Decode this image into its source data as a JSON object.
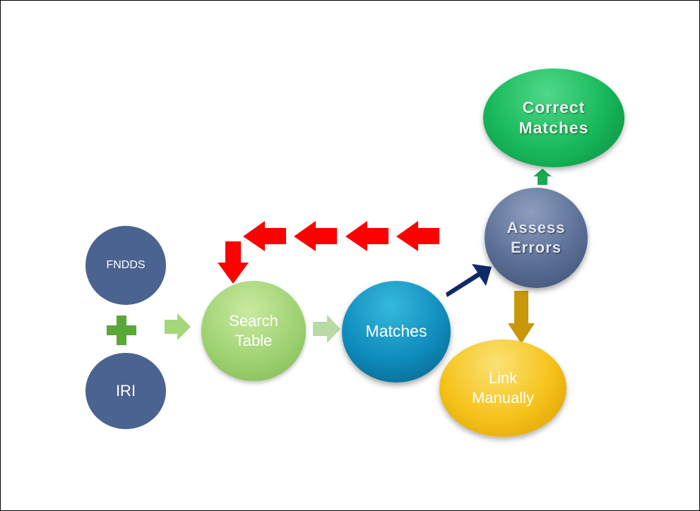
{
  "nodes": {
    "fndds": {
      "label": "FNDDS"
    },
    "iri": {
      "label": "IRI"
    },
    "search_table": {
      "line1": "Search",
      "line2": "Table"
    },
    "matches": {
      "label": "Matches"
    },
    "assess_errors": {
      "line1": "Assess",
      "line2": "Errors"
    },
    "correct_matches": {
      "line1": "Correct",
      "line2": "Matches"
    },
    "link_manually": {
      "line1": "Link",
      "line2": "Manually"
    }
  },
  "colors": {
    "plus_green": "#5aa837",
    "light_green_arrow": "#a5d67a",
    "pale_green_arrow": "#b9d9a5",
    "red_arrow": "#ff0000",
    "navy_arrow": "#0f2a66",
    "gold_arrow": "#c9980a",
    "green_arrow": "#1aab52"
  }
}
